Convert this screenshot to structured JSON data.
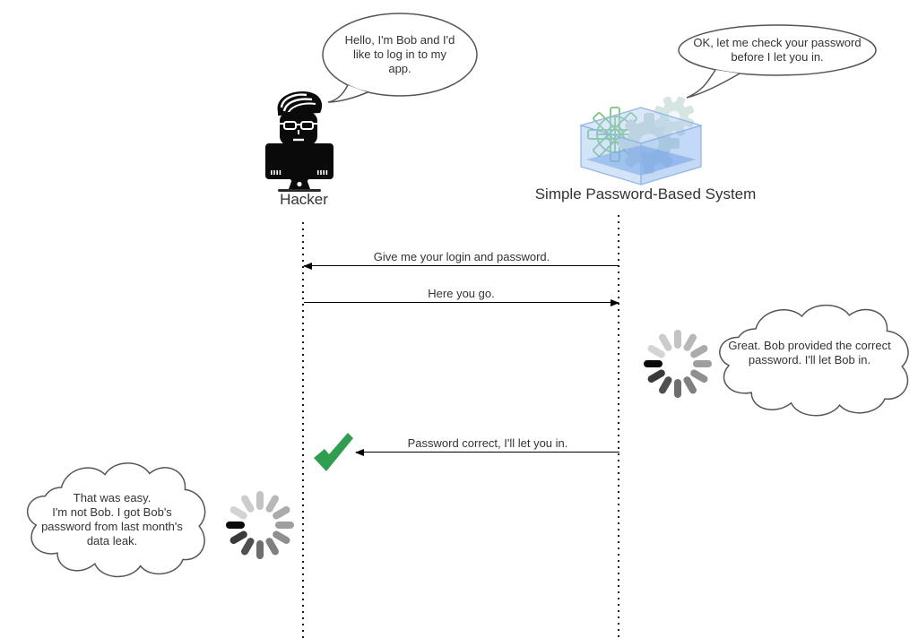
{
  "actors": {
    "hacker_label": "Hacker",
    "system_label": "Simple Password-Based System"
  },
  "speech_bubbles": {
    "hacker": "Hello, I'm Bob and I'd like to log in to my app.",
    "system": "OK, let me check your password before I let you in."
  },
  "thought_clouds": {
    "system": "Great. Bob provided the correct password. I'll let Bob in.",
    "hacker_line1": "That was easy.",
    "hacker_line2": "I'm not Bob. I got Bob's password from last month's data leak."
  },
  "messages": [
    "Give me your login and password.",
    "Here you go.",
    "Password correct, I'll let you in."
  ],
  "icons": {
    "hacker": "hacker-at-computer-icon",
    "system": "password-system-box-gears-icon",
    "spinner": "loading-spinner-icon",
    "checkmark": "green-checkmark-icon"
  },
  "colors": {
    "checkmark_green": "#2f9e51",
    "box_blue_edge": "#8fb4e6",
    "outline_gray": "#555555",
    "arrow_black": "#000000"
  }
}
